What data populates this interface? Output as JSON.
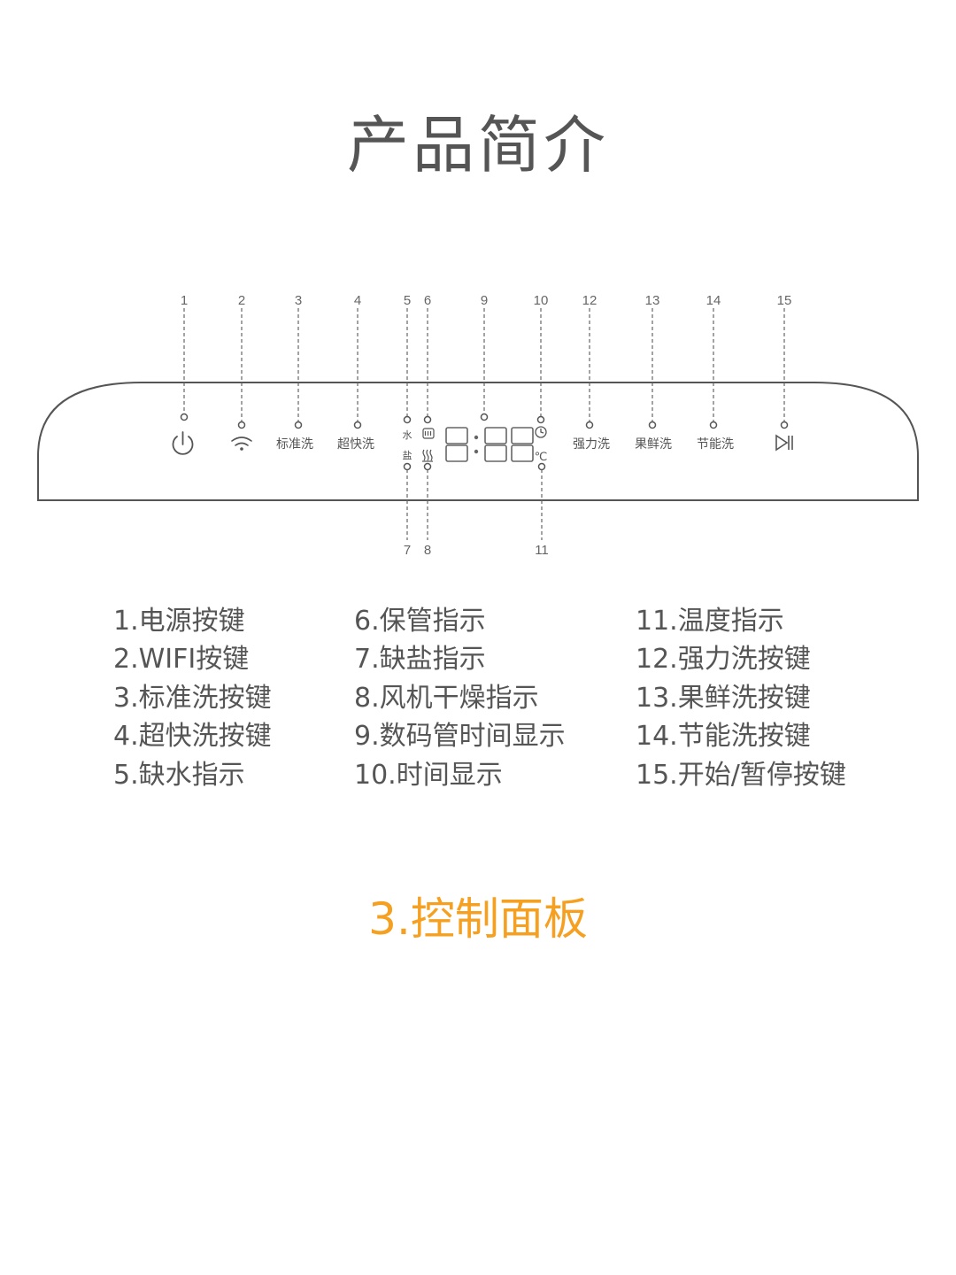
{
  "page": {
    "title": "产品简介",
    "section_label": "3.控制面板"
  },
  "panel": {
    "callouts_top": [
      "1",
      "2",
      "3",
      "4",
      "5",
      "6",
      "9",
      "10",
      "12",
      "13",
      "14",
      "15"
    ],
    "callouts_bottom": [
      "7",
      "8",
      "11"
    ],
    "button_labels": {
      "standard_wash": "标准洗",
      "quick_wash": "超快洗",
      "intensive_wash": "强力洗",
      "fruit_veg_wash": "果鲜洗",
      "eco_wash": "节能洗"
    },
    "indicator_labels": {
      "water": "水",
      "salt": "盐",
      "temperature": "℃"
    },
    "display_digits": "8:88",
    "icons": [
      "power-icon",
      "wifi-icon",
      "storage-icon",
      "dry-icon",
      "clock-icon",
      "play-pause-icon"
    ]
  },
  "legend": {
    "col1": [
      "1.电源按键",
      "2.WIFI按键",
      "3.标准洗按键",
      "4.超快洗按键",
      "5.缺水指示"
    ],
    "col2": [
      "6.保管指示",
      "7.缺盐指示",
      "8.风机干燥指示",
      "9.数码管时间显示",
      "10.时间显示"
    ],
    "col3": [
      "11.温度指示",
      "12.强力洗按键",
      "13.果鲜洗按键",
      "14.节能洗按键",
      "15.开始/暂停按键"
    ]
  },
  "colors": {
    "line": "#555555",
    "accent": "#f5a020"
  }
}
